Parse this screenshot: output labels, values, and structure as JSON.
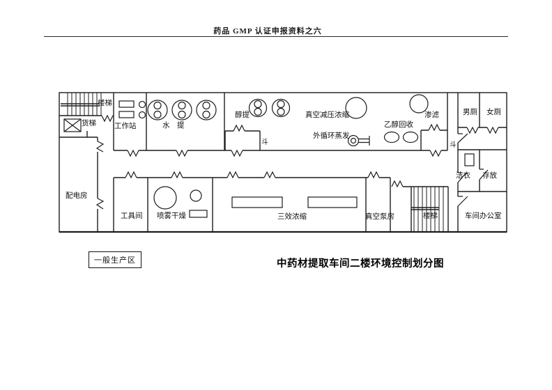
{
  "page": {
    "header_title": "药品 GMP 认证申报资料之六",
    "caption": "中药材提取车间二楼环境控制划分图",
    "legend_label": "一般生产区"
  },
  "rooms": {
    "stairs_top": "楼梯",
    "freight_elevator": "货梯",
    "workstation": "工作站",
    "water_extraction": "水　提",
    "alcohol_extraction": "醇提",
    "vacuum_concentration": "真空减压浓缩",
    "external_evaporation": "外循环蒸发",
    "ethanol_recovery": "乙醇回收",
    "percolation": "渗滤",
    "mens_toilet": "男厕",
    "womens_toilet": "女厕",
    "hopper_left": "斗",
    "hopper_right": "斗",
    "clean_clothes": "洁衣",
    "storage": "存放",
    "power_room": "配电房",
    "tool_room": "工具间",
    "spray_drying": "喷雾干燥",
    "triple_effect_concentration": "三效浓缩",
    "vacuum_pump_room": "真空泵房",
    "stairs_bottom": "楼梯",
    "workshop_office": "车间办公室"
  },
  "colors": {
    "line": "#1c1c1c",
    "text": "#101010"
  }
}
